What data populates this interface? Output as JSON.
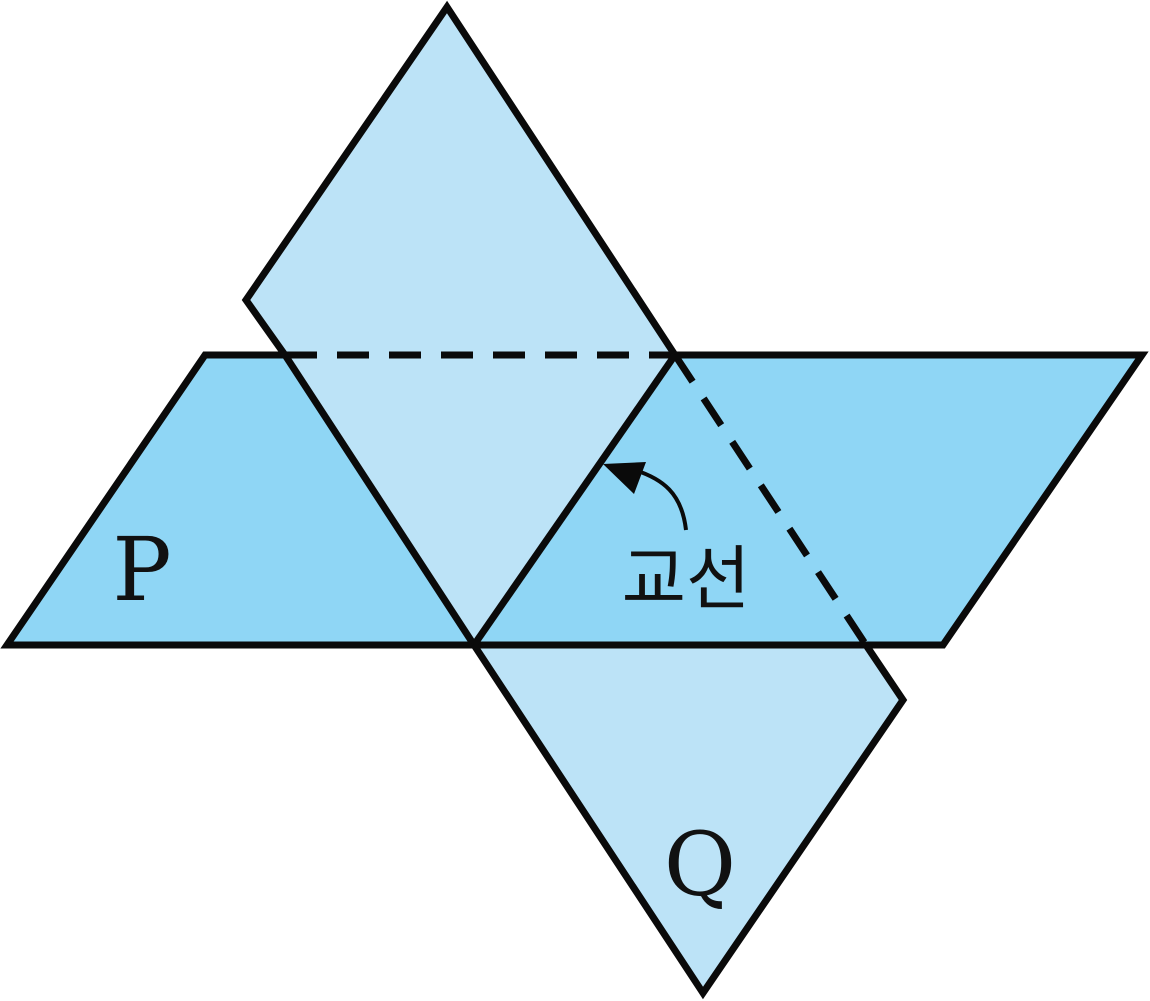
{
  "labels": {
    "plane_p": "P",
    "plane_q": "Q",
    "intersection_line": "교선"
  },
  "colors": {
    "plane_p_fill": "#8fd6f5",
    "plane_q_fill": "#bce3f7",
    "stroke": "#0a0a0a",
    "background": "#ffffff"
  }
}
